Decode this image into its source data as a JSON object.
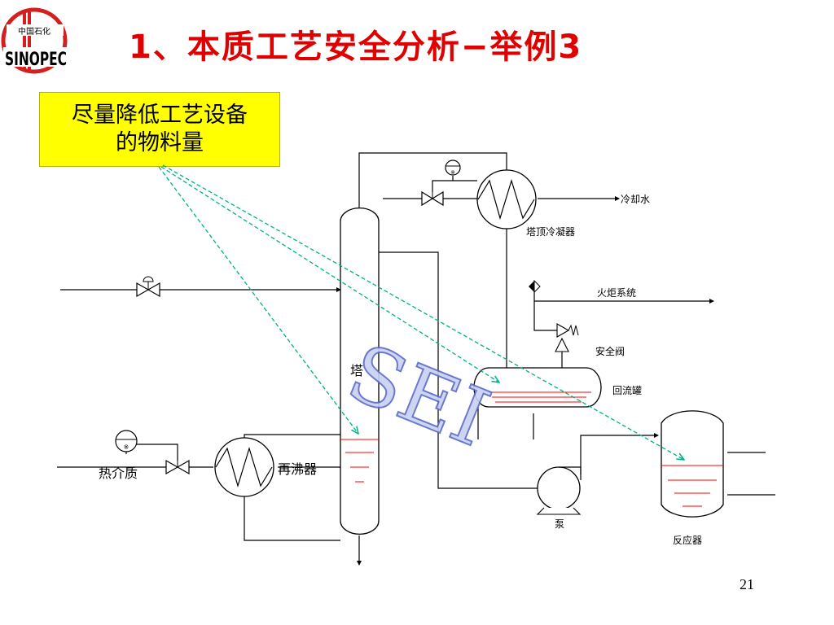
{
  "slide": {
    "title": "1、本质工艺安全分析−举例3",
    "callout": {
      "line1": "尽量降低工艺设备",
      "line2": "的物料量"
    },
    "page_number": "21",
    "logo": {
      "chinese": "中国石化",
      "english": "SINOPEC"
    },
    "watermark": "SEI"
  },
  "diagram": {
    "labels": {
      "cooling_water": "冷却水",
      "condenser": "塔顶冷凝器",
      "flare": "火炬系统",
      "safety_valve": "安全阀",
      "tower": "塔",
      "reflux_drum": "回流罐",
      "reboiler": "再沸器",
      "heat_medium": "热介质",
      "pump": "泵",
      "reactor": "反应器"
    }
  },
  "colors": {
    "title": "#e00000",
    "callout_bg": "#ffff00",
    "liquid_level": "#ff0000",
    "arrow": "#00b086",
    "watermark": "#7f8fd8",
    "line": "#000000"
  }
}
